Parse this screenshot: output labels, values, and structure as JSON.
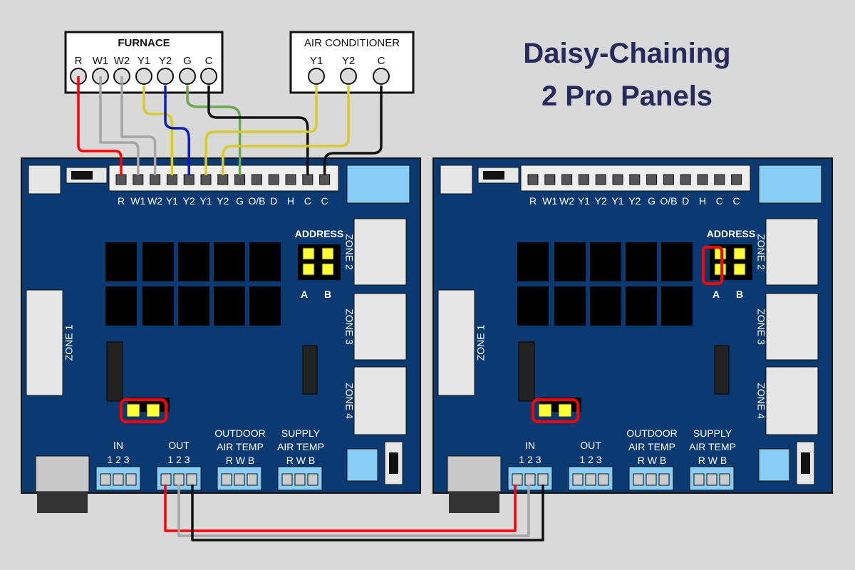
{
  "title": {
    "line1": "Daisy-Chaining",
    "line2": "2 Pro Panels"
  },
  "furnace": {
    "label": "FURNACE",
    "terminals": [
      "R",
      "W1",
      "W2",
      "Y1",
      "Y2",
      "G",
      "C"
    ]
  },
  "air_conditioner": {
    "label": "AIR CONDITIONER",
    "terminals": [
      "Y1",
      "Y2",
      "C"
    ]
  },
  "panel": {
    "terminal_labels": [
      "R",
      "W1",
      "W2",
      "Y1",
      "Y2",
      "Y1",
      "Y2",
      "G",
      "O/B",
      "D",
      "H",
      "C",
      "C"
    ],
    "address_label": "ADDRESS",
    "address_a": "A",
    "address_b": "B",
    "zones": [
      "ZONE 1",
      "ZONE 2",
      "ZONE 3",
      "ZONE 4"
    ],
    "in_label": "IN",
    "out_label": "OUT",
    "pins_123": "1 2 3",
    "outdoor_line1": "OUTDOOR",
    "outdoor_line2": "AIR TEMP",
    "supply_line1": "SUPPLY",
    "supply_line2": "AIR TEMP",
    "rwb": "R W B"
  },
  "colors": {
    "background": "#d9d9d9",
    "panel": "#0b3a72",
    "title": "#262a5c",
    "wire_red": "#ff0000",
    "wire_gray": "#a6a6a6",
    "wire_yellow": "#d9cc2a",
    "wire_blue": "#0a1fb0",
    "wire_green": "#6aa84f",
    "wire_black": "#111111",
    "highlight": "#ff0000",
    "jumper": "#ffff33",
    "connector": "#87cdf5"
  }
}
